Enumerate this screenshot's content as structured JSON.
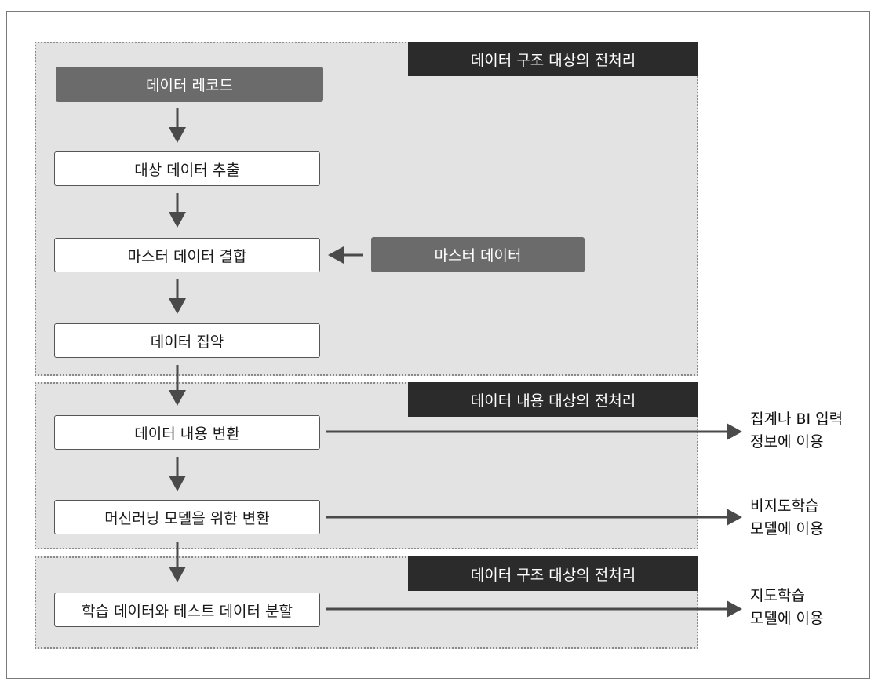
{
  "colors": {
    "section_bg": "#e3e3e3",
    "title_bg": "#2b2b2b",
    "dark_node": "#6b6b6b",
    "arrow": "#4a4a4a"
  },
  "sections": [
    {
      "title": "데이터 구조 대상의 전처리"
    },
    {
      "title": "데이터 내용 대상의 전처리"
    },
    {
      "title": "데이터 구조 대상의 전처리"
    }
  ],
  "nodes": {
    "data_record": "데이터 레코드",
    "extract": "대상 데이터 추출",
    "master_join": "마스터 데이터 결합",
    "master_data": "마스터 데이터",
    "aggregate": "데이터 집약",
    "content_transform": "데이터 내용 변환",
    "ml_transform": "머신러닝 모델을 위한 변환",
    "split": "학습 데이터와 테스트 데이터 분할"
  },
  "outputs": {
    "bi": {
      "line1": "집계나 BI 입력",
      "line2": "정보에 이용"
    },
    "unsupervised": {
      "line1": "비지도학습",
      "line2": "모델에 이용"
    },
    "supervised": {
      "line1": "지도학습",
      "line2": "모델에 이용"
    }
  }
}
